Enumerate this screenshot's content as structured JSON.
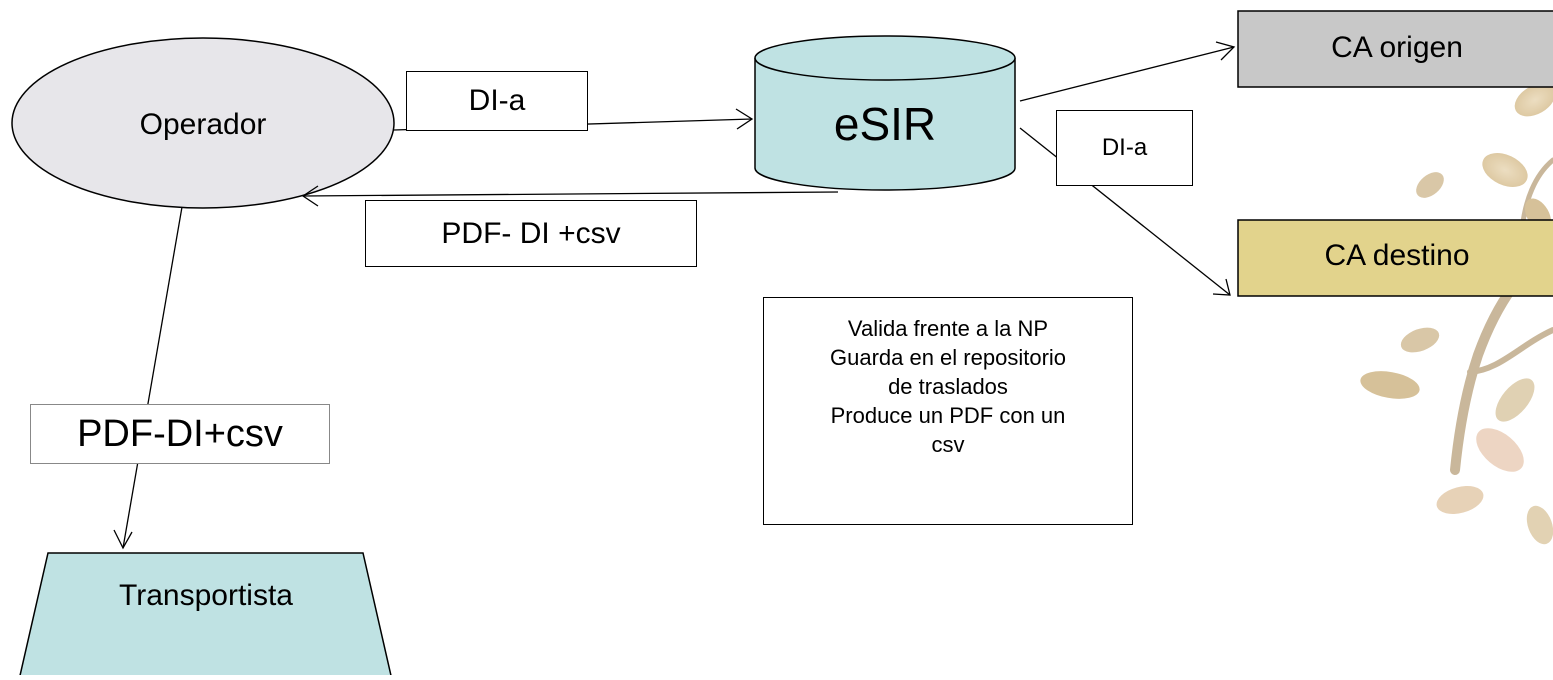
{
  "nodes": {
    "operador": "Operador",
    "esir": "eSIR",
    "ca_origen": "CA origen",
    "ca_destino": "CA destino",
    "transportista": "Transportista"
  },
  "labels": {
    "di_a_operador_esir": "DI-a",
    "di_a_esir_ca": "DI-a",
    "pdf_di_csv_return": "PDF- DI +csv",
    "pdf_di_csv_transport": "PDF-DI+csv"
  },
  "note": {
    "lines": [
      "Valida frente a la NP",
      "Guarda en el repositorio",
      "de traslados",
      "Produce un PDF con un",
      "csv"
    ]
  },
  "colors": {
    "operador_fill": "#e7e6ea",
    "esir_fill": "#bfe2e3",
    "ca_origen_fill": "#c8c8c8",
    "ca_destino_fill": "#e2d38c",
    "transportista_fill": "#bfe2e3",
    "decor_leaf": "#d9c39a"
  }
}
